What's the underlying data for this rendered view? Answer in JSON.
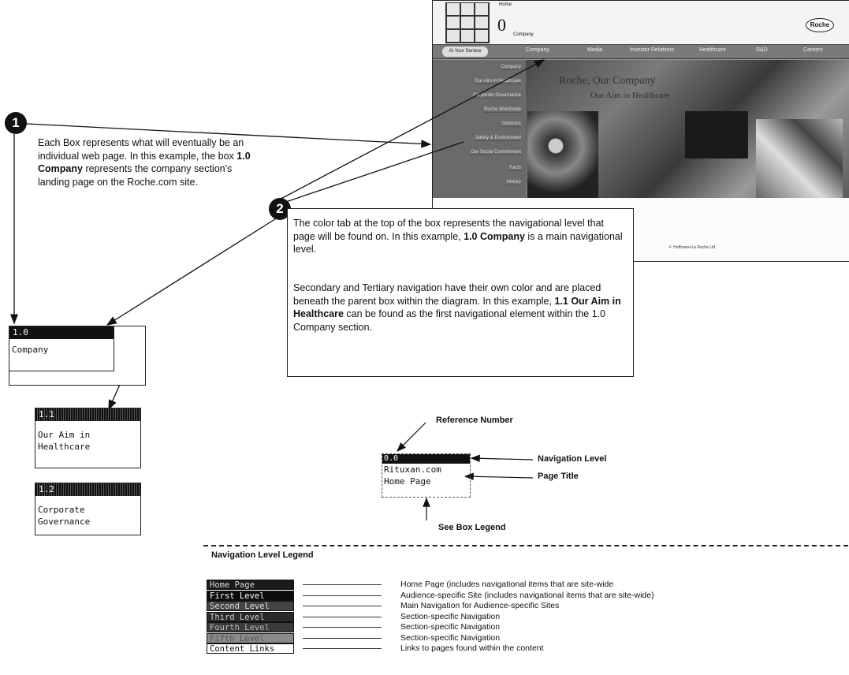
{
  "screenshot": {
    "home_label": "Home",
    "section_number": "0",
    "company_label": "Company",
    "logo_text": "Roche",
    "tab_label": "At Your Service",
    "nav_items": [
      "Company",
      "Media",
      "Investor Relations",
      "Healthcare",
      "R&D",
      "Careers"
    ],
    "headline": "Roche, Our Company",
    "subline": "Our Aim in Healthcare",
    "left_nav_items": [
      "Company",
      "Our Aim in Healthcare",
      "Corporate Governance",
      "Roche Worldwide",
      "Divisions",
      "Safety & Environment",
      "Our Social Commitment",
      "Facts",
      "History"
    ],
    "footer_text": "F. Hoffmann-La Roche Ltd"
  },
  "callout1": {
    "number": "1",
    "t1": "Each Box represents what will eventually be an individual web page.  In this example, the box",
    "b1": "1.0 Company",
    "t2": "represents the company section's landing page on the Roche.com site."
  },
  "callout2": {
    "number": "2",
    "p1a": "The color tab at the top of the box represents the navigational level that page will be found on.  In this example,",
    "p1b": "1.0 Company",
    "p1c": "is a main navigational level.",
    "p2a": "Secondary and Tertiary navigation have their own color and are placed beneath the parent box within the diagram.  In this example,",
    "p2b": "1.1 Our Aim in Healthcare",
    "p2c": "can be found as the first navigational element within  the 1.0 Company section."
  },
  "boxes": [
    {
      "ref": "1.0",
      "title": "Company"
    },
    {
      "ref": "1.1",
      "title": "Our Aim in Healthcare"
    },
    {
      "ref": "1.2",
      "title": "Corporate Governance"
    }
  ],
  "reference_legend": {
    "reference_number": "Reference Number",
    "navigation_level": "Navigation Level",
    "page_title": "Page Title",
    "see_box_legend": "See Box Legend",
    "example_ref": "0.0",
    "example_line1": "Rituxan.com",
    "example_line2": "Home Page"
  },
  "nav_legend": {
    "title": "Navigation Level Legend",
    "items": [
      {
        "label": "Home Page",
        "desc": "Home Page (includes navigational items that are site-wide",
        "bg": "#1a1a1a",
        "fg": "#dddddd"
      },
      {
        "label": "First Level",
        "desc": "Audience-specific Site (includes navigational items that are site-wide)",
        "bg": "#0d0d0d",
        "fg": "#ffffff"
      },
      {
        "label": "Second Level",
        "desc": "Main Navigation for Audience-specific Sites",
        "bg": "#444444",
        "fg": "#dddddd"
      },
      {
        "label": "Third Level",
        "desc": "Section-specific Navigation",
        "bg": "#2a2a2a",
        "fg": "#cccccc"
      },
      {
        "label": "Fourth Level",
        "desc": "Section-specific Navigation",
        "bg": "#3a3a3a",
        "fg": "#bbbbbb"
      },
      {
        "label": "Fifth Level",
        "desc": "Section-specific Navigation",
        "bg": "#8a8a8a",
        "fg": "#555555"
      },
      {
        "label": "Content Links",
        "desc": "Links to pages found within the content",
        "bg": "#ffffff",
        "fg": "#111111"
      }
    ]
  }
}
